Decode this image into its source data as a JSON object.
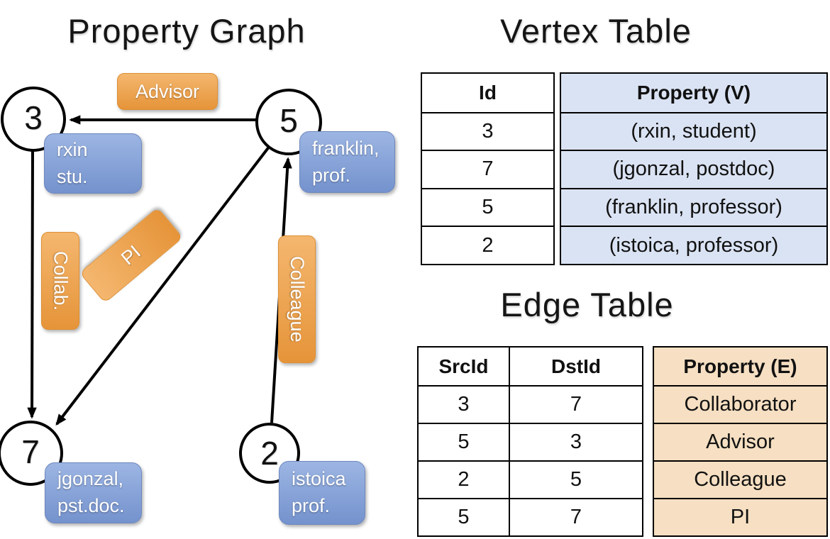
{
  "slide": {
    "graph_title": "Property Graph",
    "vertex_table_title": "Vertex Table",
    "edge_table_title": "Edge Table"
  },
  "graph": {
    "nodes": [
      {
        "id": "3"
      },
      {
        "id": "5"
      },
      {
        "id": "7"
      },
      {
        "id": "2"
      }
    ],
    "edges": [
      {
        "src": "5",
        "dst": "3",
        "label": "Advisor"
      },
      {
        "src": "3",
        "dst": "7",
        "label": "Collab."
      },
      {
        "src": "5",
        "dst": "7",
        "label": "PI"
      },
      {
        "src": "2",
        "dst": "5",
        "label": "Colleague"
      }
    ],
    "edge_labels": [
      {
        "label": "Advisor"
      },
      {
        "label": "Collab."
      },
      {
        "label": "PI"
      },
      {
        "label": "Colleague"
      }
    ],
    "property_boxes": [
      {
        "line1": "rxin",
        "line2": "stu."
      },
      {
        "line1": "franklin,",
        "line2": "prof."
      },
      {
        "line1": "jgonzal,",
        "line2": "pst.doc."
      },
      {
        "line1": "istoica",
        "line2": "prof."
      }
    ]
  },
  "vertex_table": {
    "headers": {
      "id": "Id",
      "property": "Property (V)"
    },
    "rows": [
      {
        "id": "3",
        "property": "(rxin, student)"
      },
      {
        "id": "7",
        "property": "(jgonzal, postdoc)"
      },
      {
        "id": "5",
        "property": "(franklin, professor)"
      },
      {
        "id": "2",
        "property": "(istoica, professor)"
      }
    ]
  },
  "edge_table": {
    "headers": {
      "src": "SrcId",
      "dst": "DstId",
      "property": "Property (E)"
    },
    "rows": [
      {
        "src": "3",
        "dst": "7",
        "property": "Collaborator"
      },
      {
        "src": "5",
        "dst": "3",
        "property": "Advisor"
      },
      {
        "src": "2",
        "dst": "5",
        "property": "Colleague"
      },
      {
        "src": "5",
        "dst": "7",
        "property": "PI"
      }
    ]
  },
  "colors": {
    "edge_label_top": "#f4b76f",
    "edge_label_bottom": "#e69439",
    "vertex_box_top": "#9cb5e3",
    "vertex_box_bottom": "#7492cd",
    "vertex_property_column_bg": "#dae3f3",
    "edge_property_column_bg": "#f6dfc2",
    "line_color": "#000000"
  }
}
